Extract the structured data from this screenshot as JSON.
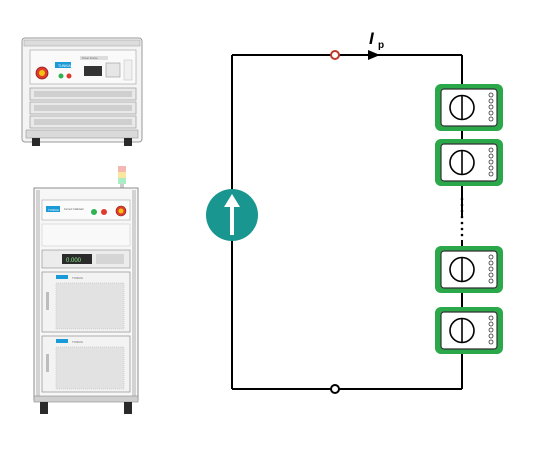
{
  "colors": {
    "wire": "#000000",
    "source_fill": "#1a9691",
    "module_border": "#2aa84a",
    "module_fill": "#ffffff",
    "terminal_top": "#c0392b",
    "cabinet_light": "#eeeeee",
    "cabinet_dark": "#555555",
    "button_red": "#e03a2f",
    "button_green": "#2fb24f",
    "button_yellow": "#f1c40f",
    "brand": "#1a9bd7"
  },
  "diagram": {
    "current_label_main": "I",
    "current_label_sub": "p",
    "series_ellipsis": "⋮",
    "source_icon": "arrow-up-icon",
    "module_icon": "meter-dial-icon"
  },
  "equipment": {
    "top_unit": {
      "brand": "TUNKIA",
      "model_text": "Power Source"
    },
    "tall_cabinet": {
      "brand": "TUNKIA",
      "panel_text": "Current Calibrator",
      "display_text": "0.000",
      "module_text": "TUNKIA"
    }
  }
}
